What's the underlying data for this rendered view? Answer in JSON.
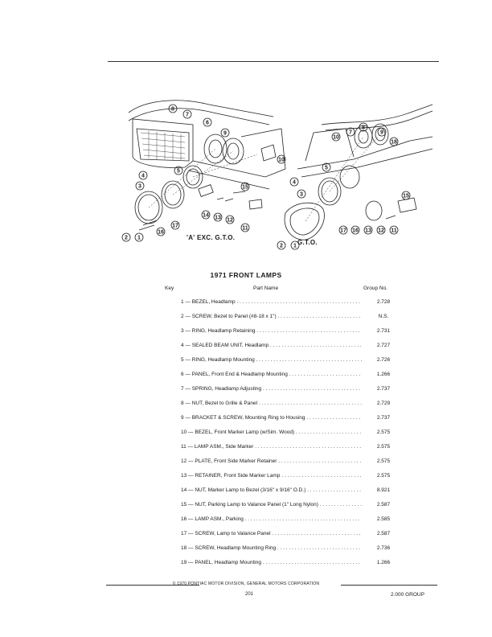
{
  "illustration": {
    "caption_left": "'A' EXC. G.T.O.",
    "caption_right": "G.T.O.",
    "left_callouts": [
      "8",
      "7",
      "9",
      "6",
      "10",
      "15",
      "5",
      "4",
      "3",
      "1",
      "2",
      "16",
      "17",
      "14",
      "13",
      "12",
      "11"
    ],
    "right_callouts": [
      "8",
      "7",
      "9",
      "10",
      "18",
      "5",
      "4",
      "15",
      "3",
      "17",
      "16",
      "13",
      "12",
      "11",
      "1",
      "2"
    ]
  },
  "table": {
    "title": "1971 FRONT LAMPS",
    "headers": {
      "key": "Key",
      "part": "Part Name",
      "group": "Group No."
    },
    "rows": [
      {
        "text": "1 — BEZEL, Headlamp",
        "group": "2.728"
      },
      {
        "text": "2 — SCREW, Bezel to Panel (#8-18 x 1\")",
        "group": "N.S."
      },
      {
        "text": "3 — RING, Headlamp Retaining",
        "group": "2.731"
      },
      {
        "text": "4 — SEALED BEAM UNIT, Headlamp",
        "group": "2.727"
      },
      {
        "text": "5 — RING, Headlamp Mounting",
        "group": "2.726"
      },
      {
        "text": "6 — PANEL, Front End & Headlamp Mounting",
        "group": "1.266"
      },
      {
        "text": "7 — SPRING, Headlamp Adjusting",
        "group": "2.737"
      },
      {
        "text": "8 — NUT, Bezel to Grille & Panel",
        "group": "2.729"
      },
      {
        "text": "9 — BRACKET & SCREW, Mounting Ring to Housing",
        "group": "2.737"
      },
      {
        "text": "10 — BEZEL, Front Marker Lamp (w/Sim. Wood)",
        "group": "2.575"
      },
      {
        "text": "11 — LAMP ASM., Side Marker",
        "group": "2.575"
      },
      {
        "text": "12 — PLATE, Front Side Marker Retainer",
        "group": "2.575"
      },
      {
        "text": "13 — RETAINER, Front Side Marker Lamp",
        "group": "2.575"
      },
      {
        "text": "14 — NUT, Marker Lamp to Bezel (3/16\" x 9/16\" O.D.)",
        "group": "8.921"
      },
      {
        "text": "15 — NUT, Parking Lamp to Valance Panel (1\" Long Nylon)",
        "group": "2.587"
      },
      {
        "text": "16 — LAMP ASM., Parking",
        "group": "2.585"
      },
      {
        "text": "17 — SCREW, Lamp to Valance Panel",
        "group": "2.587"
      },
      {
        "text": "18 — SCREW, Headlamp Mounting Ring",
        "group": "2.736"
      },
      {
        "text": "19 — PANEL, Headlamp Mounting",
        "group": "1.266"
      }
    ]
  },
  "footer": {
    "copyright": "© 1970 PONTIAC MOTOR DIVISION, GENERAL MOTORS CORPORATION",
    "page": "201",
    "group": "2.000 GROUP"
  }
}
